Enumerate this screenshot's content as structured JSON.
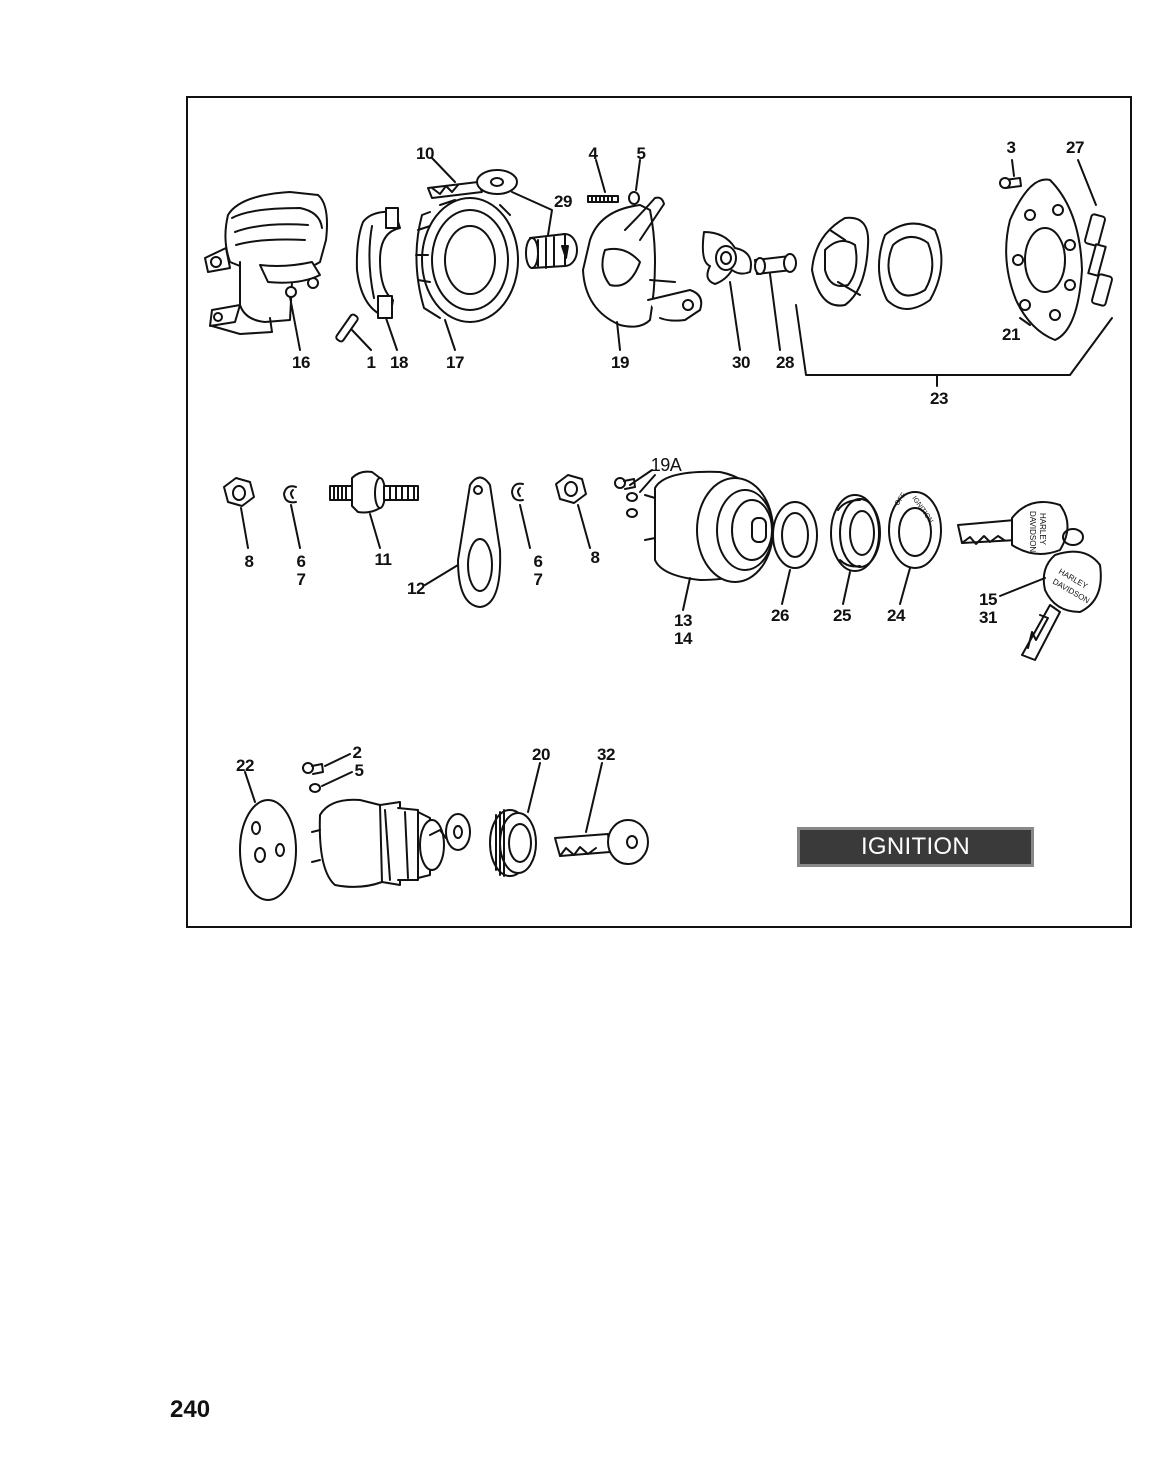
{
  "page_number": "240",
  "title_banner": "IGNITION SWITCHES",
  "key_text": {
    "brand_line1": "HARLEY",
    "brand_line2": "DAVIDSON",
    "switch_face_left": "OFF",
    "switch_face_right": "IGNITION"
  },
  "callouts": {
    "c10": "10",
    "c4": "4",
    "c5_top": "5",
    "c3": "3",
    "c27": "27",
    "c29": "29",
    "c16": "16",
    "c1": "1",
    "c18": "18",
    "c17": "17",
    "c19": "19",
    "c30": "30",
    "c28": "28",
    "c21": "21",
    "c23": "23",
    "c19a": "19A",
    "c8_left": "8",
    "c6_left": "6",
    "c7_left": "7",
    "c11": "11",
    "c12": "12",
    "c6_right": "6",
    "c7_right": "7",
    "c8_right": "8",
    "c13": "13",
    "c14": "14",
    "c26": "26",
    "c25": "25",
    "c24": "24",
    "c15": "15",
    "c31": "31",
    "c22": "22",
    "c2": "2",
    "c5_bottom": "5",
    "c20": "20",
    "c32": "32"
  }
}
